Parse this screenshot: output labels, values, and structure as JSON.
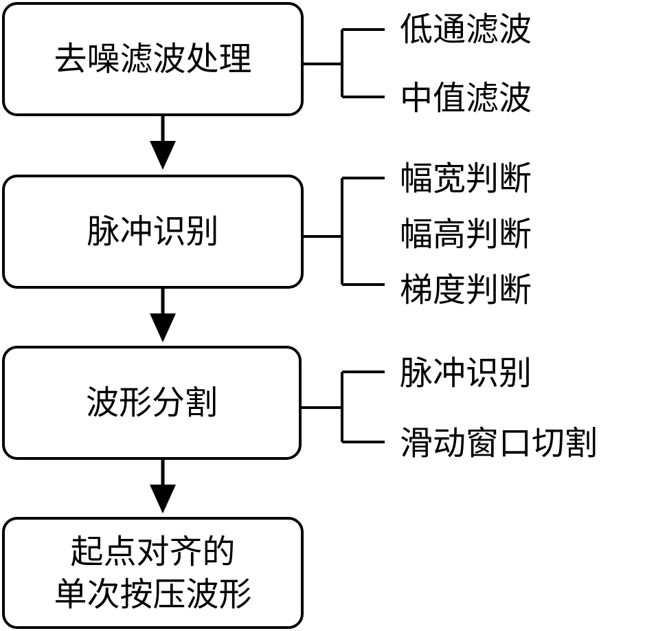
{
  "steps": [
    {
      "label": "去噪滤波处理",
      "methods": [
        "低通滤波",
        "中值滤波"
      ]
    },
    {
      "label": "脉冲识别",
      "methods": [
        "幅宽判断",
        "幅高判断",
        "梯度判断"
      ]
    },
    {
      "label": "波形分割",
      "methods": [
        "脉冲识别",
        "滑动窗口切割"
      ]
    },
    {
      "label_lines": [
        "起点对齐的",
        "单次按压波形"
      ]
    }
  ]
}
